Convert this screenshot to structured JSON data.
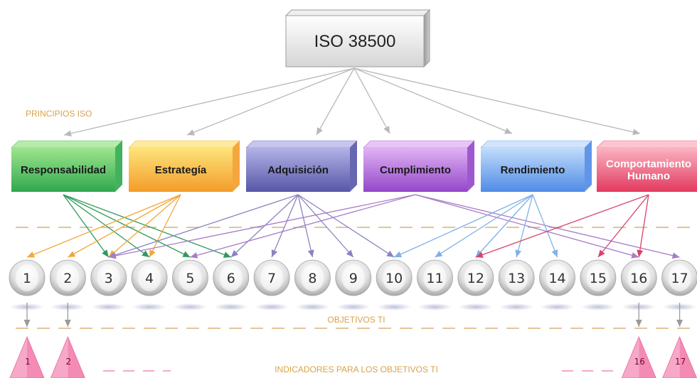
{
  "title": "ISO 38500",
  "labels": {
    "principios": "PRINCIPIOS ISO",
    "objetivos": "OBJETIVOS TI",
    "indicadores": "INDICADORES PARA LOS OBJETIVOS TI"
  },
  "colors": {
    "section_label": "#d9a24a",
    "arrow_gray": "#b8b8b8",
    "dashed": "#d8b27a",
    "pyramid": "#f48bb4"
  },
  "principles": [
    {
      "id": "responsabilidad",
      "label": "Responsabilidad",
      "front": [
        "#2fa84f",
        "#9ee58d"
      ],
      "arrow": "#2e9a5a",
      "text_color": "#1a1a1a"
    },
    {
      "id": "estrategia",
      "label": "Estrategía",
      "front": [
        "#f39c2a",
        "#fde47a"
      ],
      "arrow": "#f0a83a",
      "text_color": "#1a1a1a"
    },
    {
      "id": "adquisicion",
      "label": "Adquisición",
      "front": [
        "#5656a8",
        "#b3b3e8"
      ],
      "arrow": "#8a82c2",
      "text_color": "#1a1a1a"
    },
    {
      "id": "cumplimiento",
      "label": "Cumplimiento",
      "front": [
        "#9446c9",
        "#e0b3f5"
      ],
      "arrow": "#a77cc8",
      "text_color": "#1a1a1a"
    },
    {
      "id": "rendimiento",
      "label": "Rendimiento",
      "front": [
        "#4f8be6",
        "#c2dcfb"
      ],
      "arrow": "#7fb0ea",
      "text_color": "#1a1a1a"
    },
    {
      "id": "comportamiento",
      "label": "Comportamiento Humano",
      "label_lines": [
        "Comportamiento",
        "Humano"
      ],
      "front": [
        "#e23a5e",
        "#fbb3c2"
      ],
      "arrow": "#d9436a",
      "text_color": "#ffffff"
    }
  ],
  "objectives": [
    "1",
    "2",
    "3",
    "4",
    "5",
    "6",
    "7",
    "8",
    "9",
    "10",
    "11",
    "12",
    "13",
    "14",
    "15",
    "16",
    "17"
  ],
  "links": [
    {
      "from": "responsabilidad",
      "to": [
        "3",
        "4",
        "5",
        "6"
      ]
    },
    {
      "from": "estrategia",
      "to": [
        "1",
        "2",
        "3",
        "4"
      ]
    },
    {
      "from": "adquisicion",
      "to": [
        "3",
        "6",
        "7",
        "8",
        "9",
        "10"
      ]
    },
    {
      "from": "cumplimiento",
      "to": [
        "3",
        "5",
        "16",
        "17"
      ]
    },
    {
      "from": "rendimiento",
      "to": [
        "10",
        "11",
        "12",
        "13",
        "14"
      ]
    },
    {
      "from": "comportamiento",
      "to": [
        "12",
        "15",
        "16"
      ]
    }
  ],
  "indicators": [
    "1",
    "2",
    "16",
    "17"
  ]
}
